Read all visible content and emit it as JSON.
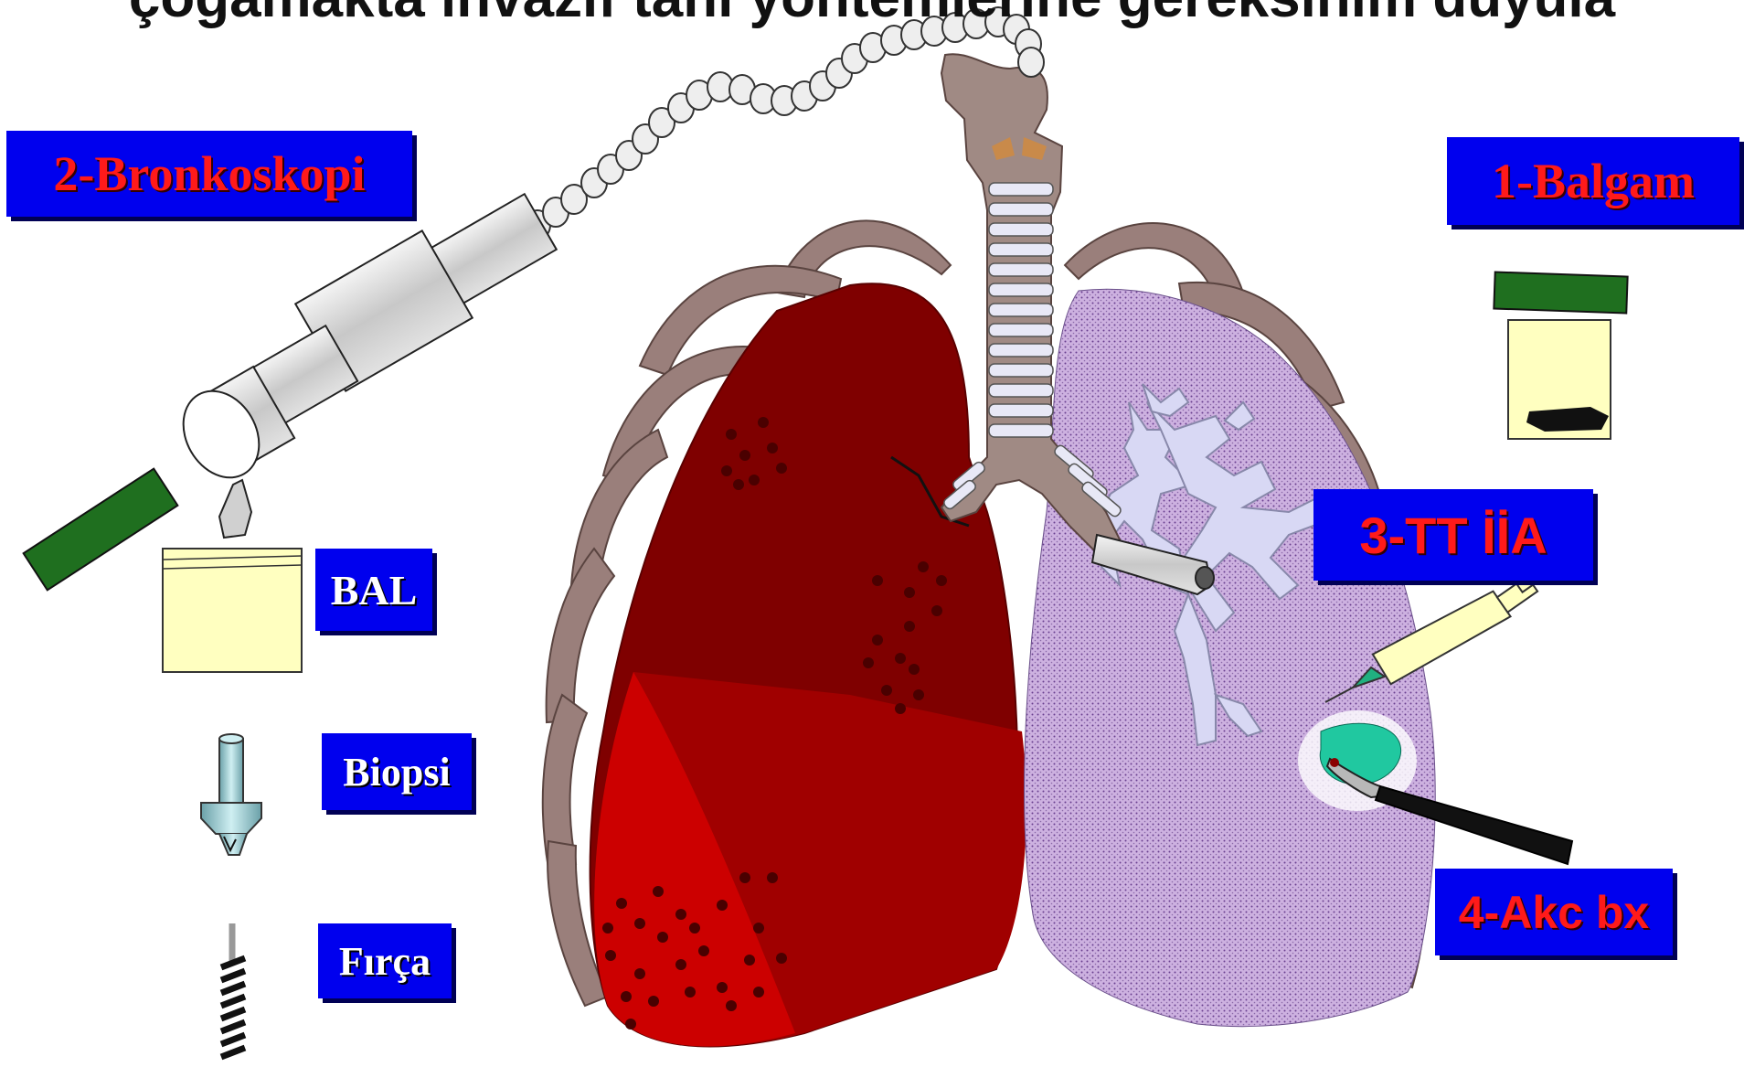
{
  "title": "çoğamakta invazif tanı yöntemlerine gereksinim duyula",
  "labels": {
    "bronkoskopi": "2-Bronkoskopi",
    "balgam": "1-Balgam",
    "tt_iia": "3-TT İİA",
    "akc_bx": "4-Akc bx",
    "bal": "BAL",
    "biopsi": "Biopsi",
    "firca": "Fırça"
  },
  "colors": {
    "label_bg": "#0000ee",
    "label_red_text": "#ff1a1a",
    "left_lung_upper": "#7f0000",
    "left_lung_lower": "#cc0000",
    "right_lung": "#c9a6dc",
    "ribs": "#9a7f7b",
    "trachea": "#a08a84",
    "container_cap": "#1f6f1f",
    "container_body": "#ffffc0"
  },
  "icons": [
    "bronchoscope-icon",
    "sputum-container-icon",
    "bal-container-icon",
    "biopsy-forceps-icon",
    "brush-icon",
    "syringe-needle-icon",
    "biopsy-knife-icon"
  ]
}
